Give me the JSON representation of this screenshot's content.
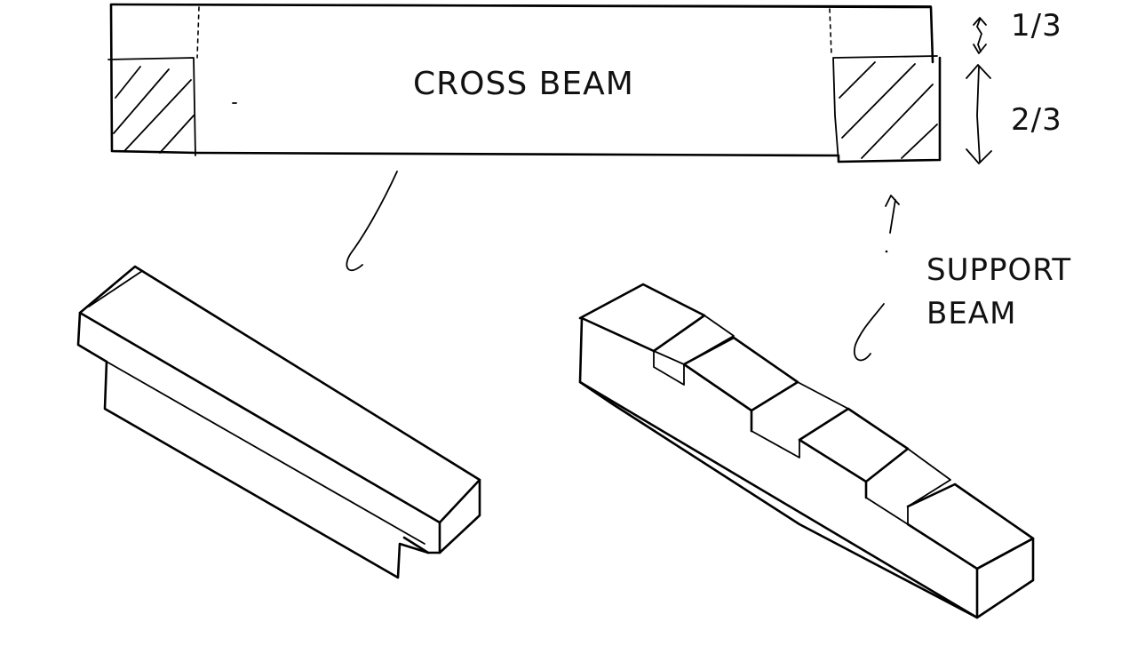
{
  "labels": {
    "cross_beam": "CROSS BEAM",
    "support_beam_line1": "SUPPORT",
    "support_beam_line2": "BEAM",
    "dim_top": "1/3",
    "dim_bottom": "2/3"
  },
  "colors": {
    "ink": "#000000",
    "paper": "#ffffff"
  }
}
